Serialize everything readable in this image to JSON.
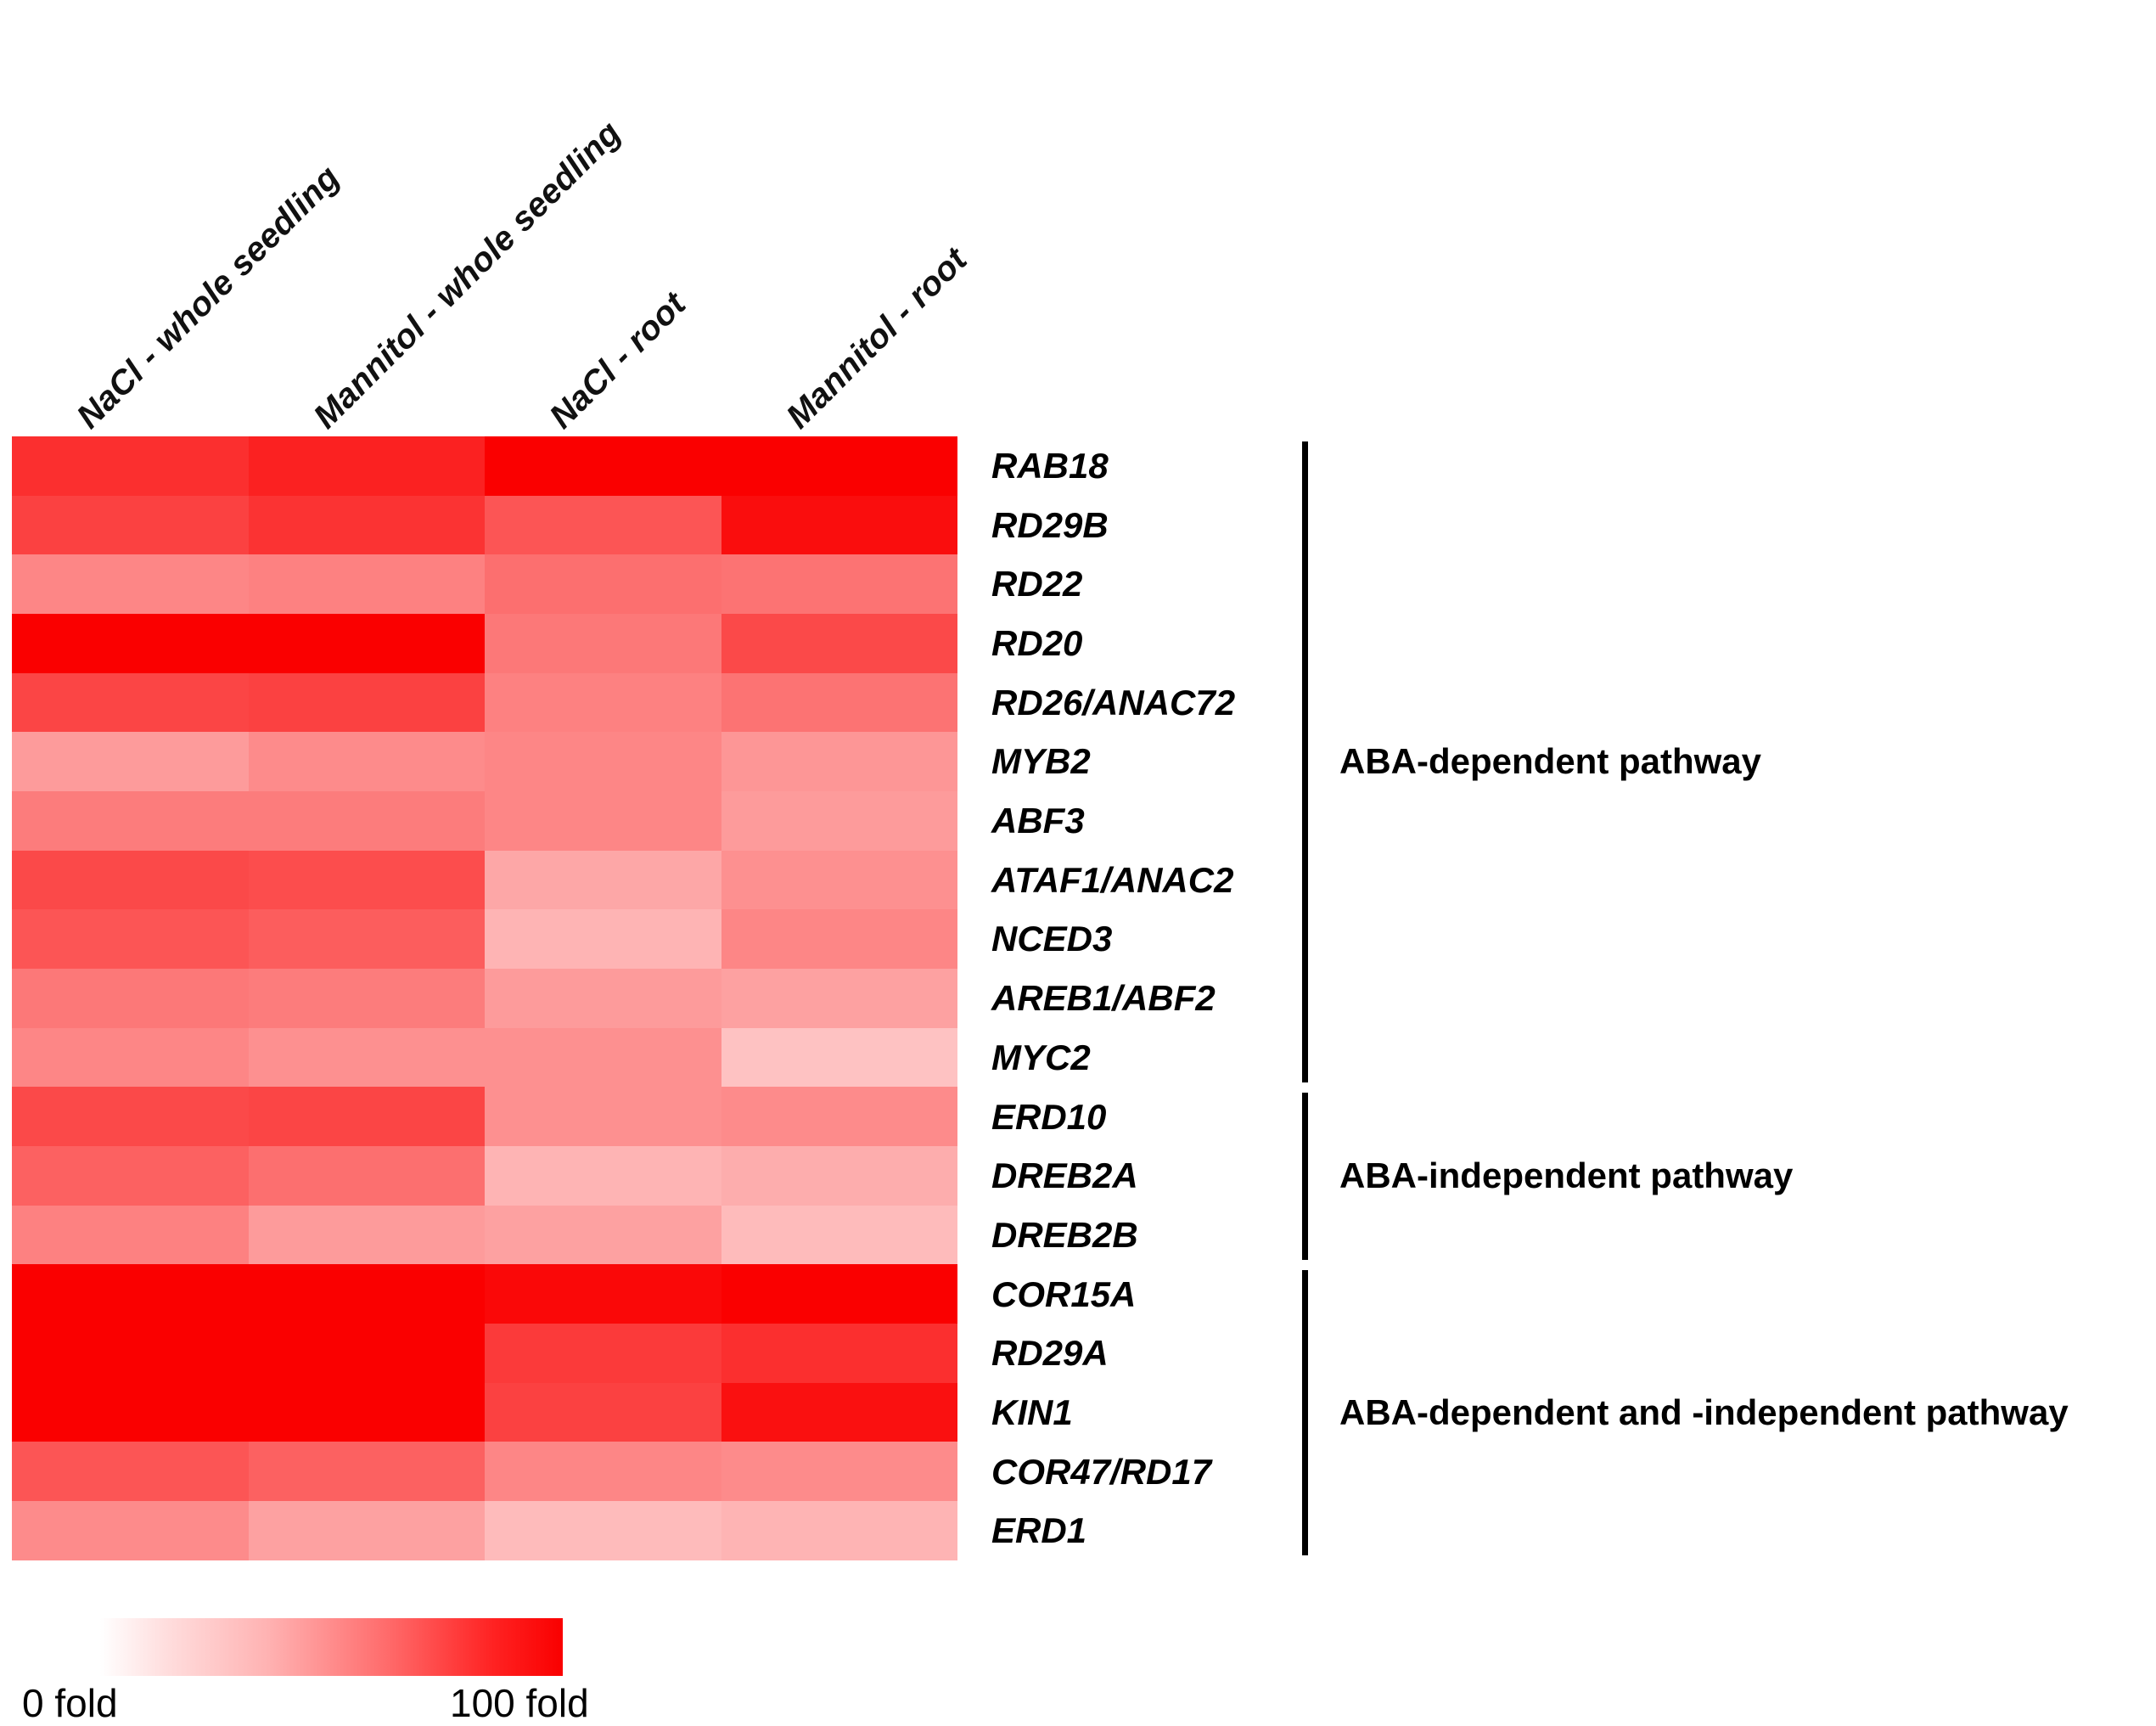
{
  "chart_data": {
    "type": "heatmap",
    "title": "",
    "xlabel": "",
    "ylabel": "",
    "categories": [
      "NaCl - whole seedling",
      "Mannitol - whole seedling",
      "NaCl - root",
      "Mannitol - root"
    ],
    "rows": [
      "RAB18",
      "RD29B",
      "RD22",
      "RD20",
      "RD26/ANAC72",
      "MYB2",
      "ABF3",
      "ATAF1/ANAC2",
      "NCED3",
      "AREB1/ABF2",
      "MYC2",
      "ERD10",
      "DREB2A",
      "DREB2B",
      "COR15A",
      "RD29A",
      "KIN1",
      "COR47/RD17",
      "ERD1"
    ],
    "values": [
      [
        72,
        80,
        100,
        100
      ],
      [
        62,
        70,
        52,
        92
      ],
      [
        30,
        32,
        40,
        38
      ],
      [
        100,
        100,
        36,
        58
      ],
      [
        60,
        62,
        32,
        38
      ],
      [
        22,
        28,
        30,
        24
      ],
      [
        34,
        34,
        30,
        22
      ],
      [
        58,
        56,
        18,
        26
      ],
      [
        52,
        48,
        14,
        30
      ],
      [
        36,
        34,
        22,
        20
      ],
      [
        30,
        26,
        26,
        10
      ],
      [
        58,
        60,
        26,
        28
      ],
      [
        46,
        40,
        14,
        16
      ],
      [
        32,
        22,
        20,
        12
      ],
      [
        100,
        100,
        95,
        100
      ],
      [
        100,
        100,
        66,
        72
      ],
      [
        100,
        100,
        62,
        90
      ],
      [
        52,
        46,
        30,
        28
      ],
      [
        28,
        20,
        12,
        14
      ]
    ],
    "colorscale": {
      "min_color": "#ffffff",
      "max_color": "#ff0000"
    },
    "colorbar": {
      "min_label": "0 fold",
      "max_label": "100 fold",
      "min_value": 0,
      "max_value": 100
    },
    "grid": false,
    "legend_position": "bottom-left"
  },
  "columns": {
    "headers": [
      {
        "label": "NaCl - whole seedling"
      },
      {
        "label": "Mannitol - whole seedling"
      },
      {
        "label": "NaCl - root"
      },
      {
        "label": "Mannitol - root"
      }
    ]
  },
  "genes": [
    {
      "label": "RAB18"
    },
    {
      "label": "RD29B"
    },
    {
      "label": "RD22"
    },
    {
      "label": "RD20"
    },
    {
      "label": "RD26/ANAC72"
    },
    {
      "label": "MYB2"
    },
    {
      "label": "ABF3"
    },
    {
      "label": "ATAF1/ANAC2"
    },
    {
      "label": "NCED3"
    },
    {
      "label": "AREB1/ABF2"
    },
    {
      "label": "MYC2"
    },
    {
      "label": "ERD10"
    },
    {
      "label": "DREB2A"
    },
    {
      "label": "DREB2B"
    },
    {
      "label": "COR15A"
    },
    {
      "label": "RD29A"
    },
    {
      "label": "KIN1"
    },
    {
      "label": "COR47/RD17"
    },
    {
      "label": "ERD1"
    }
  ],
  "pathways": [
    {
      "label": "ABA-dependent pathway",
      "first_row": 0,
      "last_row": 10
    },
    {
      "label": "ABA-independent pathway",
      "first_row": 11,
      "last_row": 13
    },
    {
      "label": "ABA-dependent and -independent pathway",
      "first_row": 14,
      "last_row": 18
    }
  ],
  "legend": {
    "min_label": "0 fold",
    "max_label": "100 fold"
  },
  "colors": {
    "heatmap_max": "#ff0000",
    "heatmap_min": "#ffffff",
    "text": "#000000",
    "background": "#ffffff"
  }
}
